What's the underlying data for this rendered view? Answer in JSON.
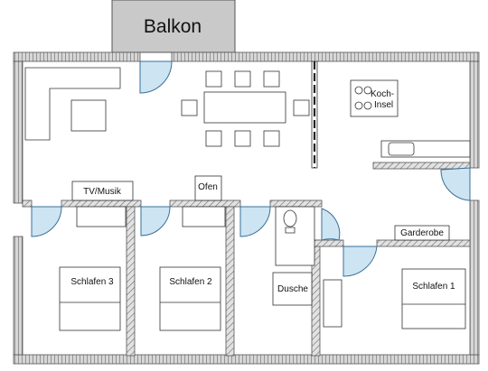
{
  "plan": {
    "labels": {
      "balkon": "Balkon",
      "koch_insel_line1": "Koch-",
      "koch_insel_line2": "Insel",
      "tv_musik": "TV/Musik",
      "ofen": "Ofen",
      "garderobe": "Garderobe",
      "schlafen_3": "Schlafen 3",
      "schlafen_2": "Schlafen 2",
      "schlafen_1": "Schlafen 1",
      "dusche": "Dusche"
    },
    "colors": {
      "wall_fill": "#d6d6d6",
      "wall_stroke": "#555555",
      "balkon_fill": "#c9c9c9",
      "door_fill": "#cde4f3",
      "door_stroke": "#3a6f97",
      "furniture_stroke": "#333333"
    }
  }
}
